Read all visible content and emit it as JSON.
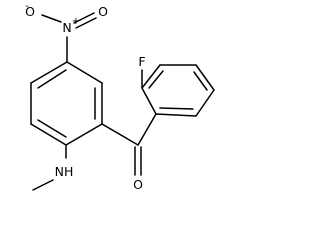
{
  "structure": {
    "atoms": {
      "nitro_oxygen_top": "O",
      "nitro_oxygen_top_charge": "-",
      "nitro_nitrogen": "N",
      "nitro_nitrogen_charge": "+",
      "nitro_oxygen_double": "O",
      "fluorine": "F",
      "ketone_oxygen": "O",
      "amine_nh": "NH"
    }
  }
}
